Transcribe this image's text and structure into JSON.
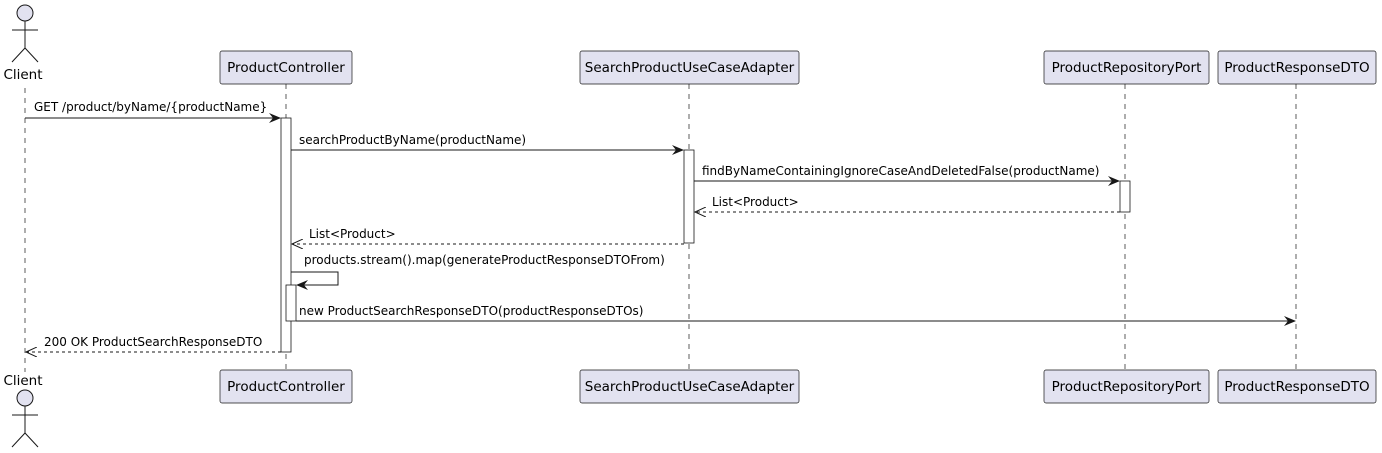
{
  "diagram": {
    "type": "sequence",
    "colors": {
      "participant_fill": "#e2e2f0",
      "participant_stroke": "#181818",
      "activation_fill": "#ffffff",
      "line": "#181818",
      "lifeline": "#181818"
    },
    "actor": {
      "name": "Client",
      "icon": "stick-figure-actor-icon"
    },
    "participants": [
      {
        "name": "ProductController"
      },
      {
        "name": "SearchProductUseCaseAdapter"
      },
      {
        "name": "ProductRepositoryPort"
      },
      {
        "name": "ProductResponseDTO"
      }
    ],
    "messages": [
      {
        "label": "GET /product/byName/{productName}",
        "from": "Client",
        "to": "ProductController",
        "style": "solid"
      },
      {
        "label": "searchProductByName(productName)",
        "from": "ProductController",
        "to": "SearchProductUseCaseAdapter",
        "style": "solid"
      },
      {
        "label": "findByNameContainingIgnoreCaseAndDeletedFalse(productName)",
        "from": "SearchProductUseCaseAdapter",
        "to": "ProductRepositoryPort",
        "style": "solid"
      },
      {
        "label": "List<Product>",
        "from": "ProductRepositoryPort",
        "to": "SearchProductUseCaseAdapter",
        "style": "dashed"
      },
      {
        "label": "List<Product>",
        "from": "SearchProductUseCaseAdapter",
        "to": "ProductController",
        "style": "dashed"
      },
      {
        "label": "products.stream().map(generateProductResponseDTOFrom)",
        "from": "ProductController",
        "to": "ProductController",
        "style": "solid"
      },
      {
        "label": "new ProductSearchResponseDTO(productResponseDTOs)",
        "from": "ProductController",
        "to": "ProductResponseDTO",
        "style": "solid"
      },
      {
        "label": "200 OK ProductSearchResponseDTO",
        "from": "ProductController",
        "to": "Client",
        "style": "dashed"
      }
    ]
  }
}
